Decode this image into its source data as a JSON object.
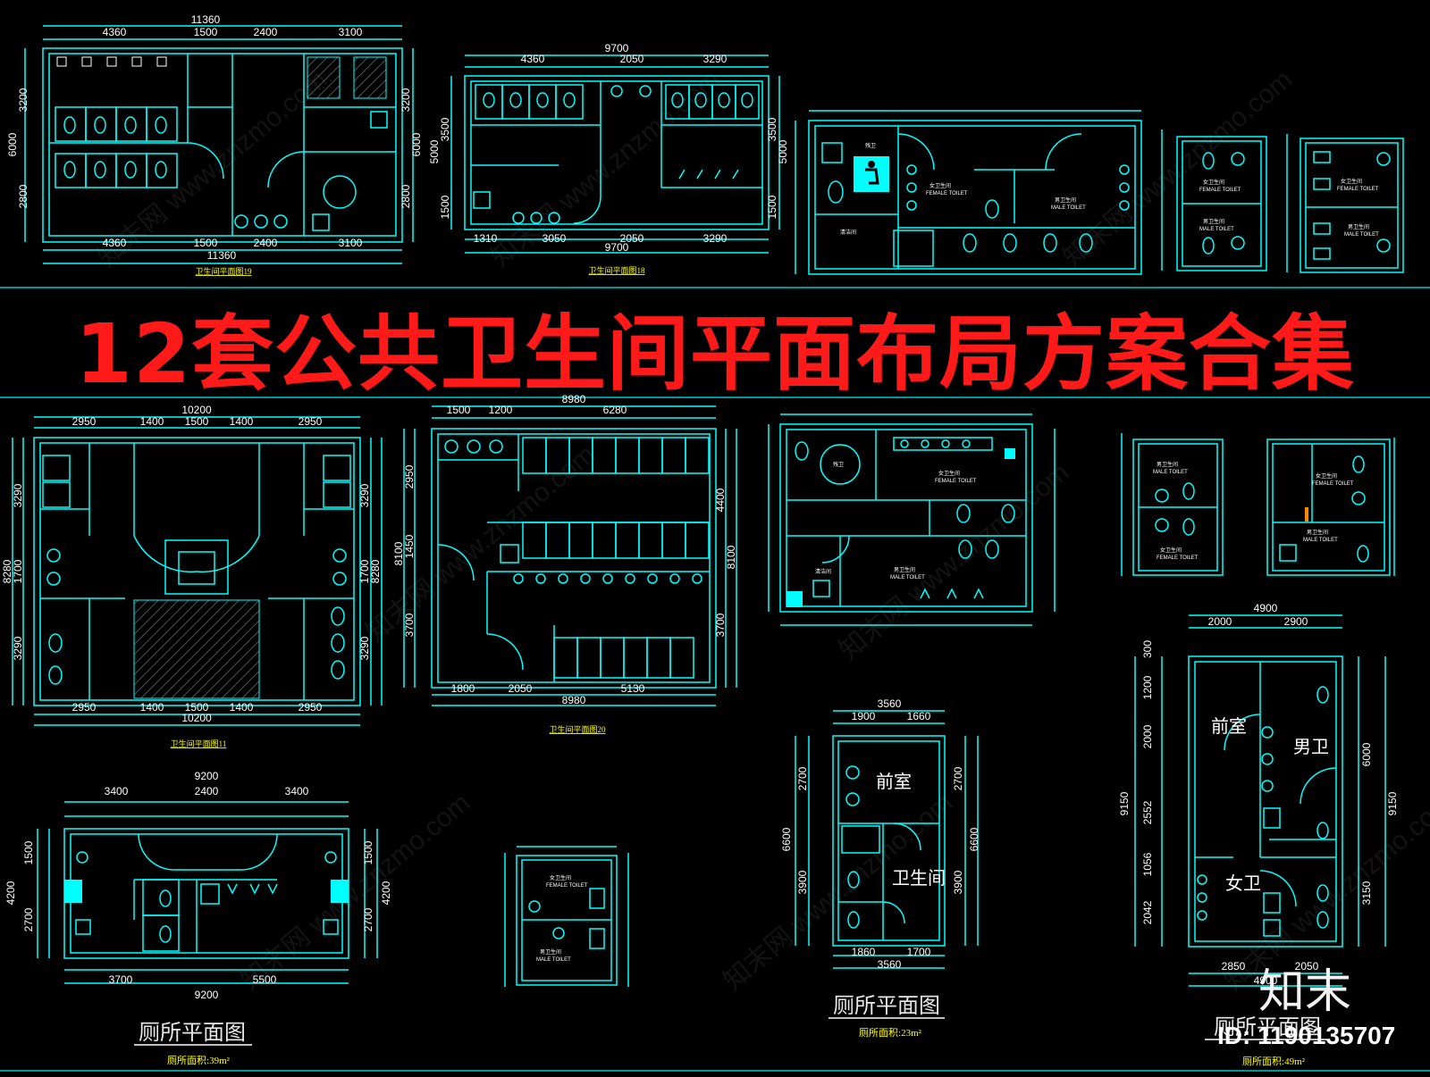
{
  "headline": "12套公共卫生间平面布局方案合集",
  "brand": "知末",
  "asset_id": "ID: 1190135707",
  "colors": {
    "background": "#000000",
    "lines": "#00ffff",
    "headline": "#ff1a1a",
    "titles": "#ffff00",
    "text": "#ffffff"
  },
  "plans": {
    "p1": {
      "top_dims": [
        "11360",
        "4360",
        "1500",
        "2400",
        "3100"
      ],
      "bottom_dims": [
        "4360",
        "1500",
        "2400",
        "3100",
        "11360"
      ],
      "left_dims": [
        "6000",
        "3200",
        "2800"
      ],
      "right_dims": [
        "3200",
        "6000",
        "2800"
      ],
      "title": "卫生间平面图19"
    },
    "p2": {
      "top_dims": [
        "9700",
        "4360",
        "2050",
        "3290"
      ],
      "bottom_dims": [
        "1310",
        "3050",
        "2050",
        "3290",
        "9700"
      ],
      "left_dims": [
        "5000",
        "3500",
        "1500"
      ],
      "right_dims": [
        "3500",
        "5000",
        "1500"
      ],
      "title": "卫生间平面图18"
    },
    "p3": {
      "labels": [
        "残卫",
        "女卫生间",
        "FEMALE TOILET",
        "男卫生间",
        "MALE TOILET",
        "清洁间"
      ]
    },
    "p4": {
      "labels": [
        "女卫生间",
        "FEMALE TOILET",
        "男卫生间",
        "MALE TOILET"
      ]
    },
    "p5": {
      "labels": [
        "女卫生间",
        "FEMALE TOILET",
        "男卫生间",
        "MALE TOILET"
      ]
    },
    "p6": {
      "top_dims": [
        "10200",
        "2950",
        "1400",
        "1500",
        "1400",
        "2950"
      ],
      "bottom_dims": [
        "2950",
        "1400",
        "1500",
        "1400",
        "2950",
        "10200"
      ],
      "left_dims": [
        "8280",
        "3290",
        "1700",
        "3290"
      ],
      "right_dims": [
        "3290",
        "1700",
        "8280",
        "3290"
      ],
      "title": "卫生间平面图11"
    },
    "p7": {
      "top_dims": [
        "8980",
        "1500",
        "1200",
        "6280"
      ],
      "bottom_dims": [
        "1800",
        "2050",
        "8980",
        "5130"
      ],
      "left_dims": [
        "2950",
        "8100",
        "1450",
        "3700"
      ],
      "right_dims": [
        "4400",
        "8100",
        "3700"
      ],
      "title": "卫生间平面图20"
    },
    "p8": {
      "labels": [
        "残卫",
        "女卫生间",
        "FEMALE TOILET",
        "男卫生间",
        "MALE TOILET",
        "清洁间"
      ]
    },
    "p9": {
      "labels": [
        "男卫生间",
        "MALE TOILET",
        "女卫生间",
        "FEMALE TOILET"
      ]
    },
    "p10": {
      "labels": [
        "女卫生间",
        "FEMALE TOILET",
        "男卫生间",
        "MALE TOILET"
      ]
    },
    "p11": {
      "top_dims": [
        "9200",
        "3400",
        "2400",
        "3400"
      ],
      "bottom_dims": [
        "3700",
        "5500",
        "9200"
      ],
      "left_dims": [
        "1500",
        "4200",
        "2700"
      ],
      "right_dims": [
        "1500",
        "4200",
        "2700"
      ],
      "title": "厕所平面图",
      "area": "厕所面积:39m²"
    },
    "p12": {
      "labels": [
        "女卫生间",
        "FEMALE TOILET",
        "男卫生间",
        "MALE TOILET"
      ]
    },
    "p13": {
      "top_dims": [
        "3560",
        "1900",
        "1660"
      ],
      "bottom_dims": [
        "1860",
        "1700",
        "3560"
      ],
      "left_dims": [
        "2700",
        "6600",
        "3900"
      ],
      "right_dims": [
        "2700",
        "6600",
        "3900"
      ],
      "room_labels": [
        "前室",
        "卫生间"
      ],
      "title": "厕所平面图",
      "area": "厕所面积:23m²"
    },
    "p14": {
      "top_dims": [
        "4900",
        "2000",
        "2900"
      ],
      "bottom_dims": [
        "2850",
        "2050",
        "4900"
      ],
      "left_dims": [
        "300",
        "1200",
        "2000",
        "9150",
        "2552",
        "1056",
        "2042"
      ],
      "right_dims": [
        "6000",
        "9150",
        "3150"
      ],
      "room_labels": [
        "前室",
        "男卫",
        "女卫"
      ],
      "title": "厕所平面图",
      "area": "厕所面积:49m²"
    }
  }
}
